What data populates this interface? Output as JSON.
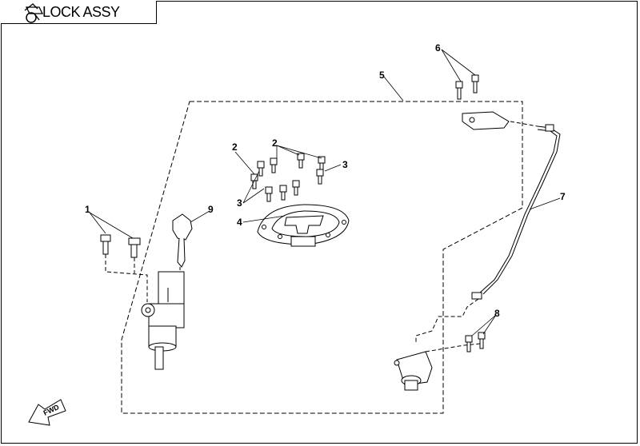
{
  "title": "LOCK ASSY",
  "callouts": {
    "c1": "1",
    "c2a": "2",
    "c2b": "2",
    "c3a": "3",
    "c3b": "3",
    "c4": "4",
    "c5": "5",
    "c6": "6",
    "c7": "7",
    "c8": "8",
    "c9": "9"
  },
  "fwd_label": "FWD"
}
